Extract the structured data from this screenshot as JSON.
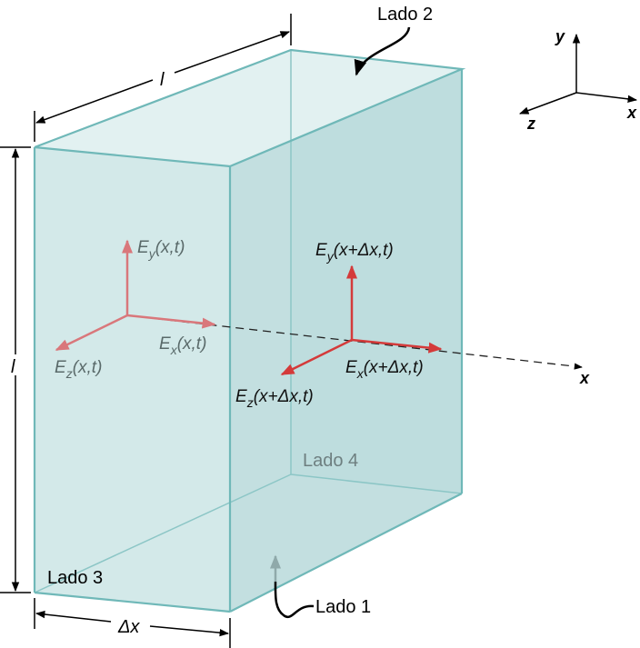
{
  "figure": {
    "description": "Rectangular box of width Δx along x with side length l, showing electric field components at x and x+Δx",
    "colors": {
      "box_fill_front": "#d4eaea",
      "box_fill_right": "#bfdfe0",
      "box_fill_top": "#e4f2f2",
      "box_edge": "#6fb8b8",
      "field_front": "#d9777b",
      "field_back": "#d43a3a",
      "dimension": "#000000",
      "faded_text": "#5a6a6a"
    },
    "dimensions": {
      "top_length": "l",
      "left_height": "l",
      "bottom_width": "Δx"
    },
    "sides": {
      "side1": "Lado 1",
      "side2": "Lado 2",
      "side3": "Lado 3",
      "side4": "Lado 4"
    },
    "axes_legend": {
      "y": "y",
      "x": "x",
      "z": "z"
    },
    "x_axis_label": "x",
    "field_at_x": {
      "ey": {
        "E": "E",
        "sub": "y",
        "arg": "(x,t)"
      },
      "ex": {
        "E": "E",
        "sub": "x",
        "arg": "(x,t)"
      },
      "ez": {
        "E": "E",
        "sub": "z",
        "arg": "(x,t)"
      }
    },
    "field_at_x_dx": {
      "ey": {
        "E": "E",
        "sub": "y",
        "arg": "(x+Δx,t)"
      },
      "ex": {
        "E": "E",
        "sub": "x",
        "arg": "(x+Δx,t)"
      },
      "ez": {
        "E": "E",
        "sub": "z",
        "arg": "(x+Δx,t)"
      }
    }
  }
}
